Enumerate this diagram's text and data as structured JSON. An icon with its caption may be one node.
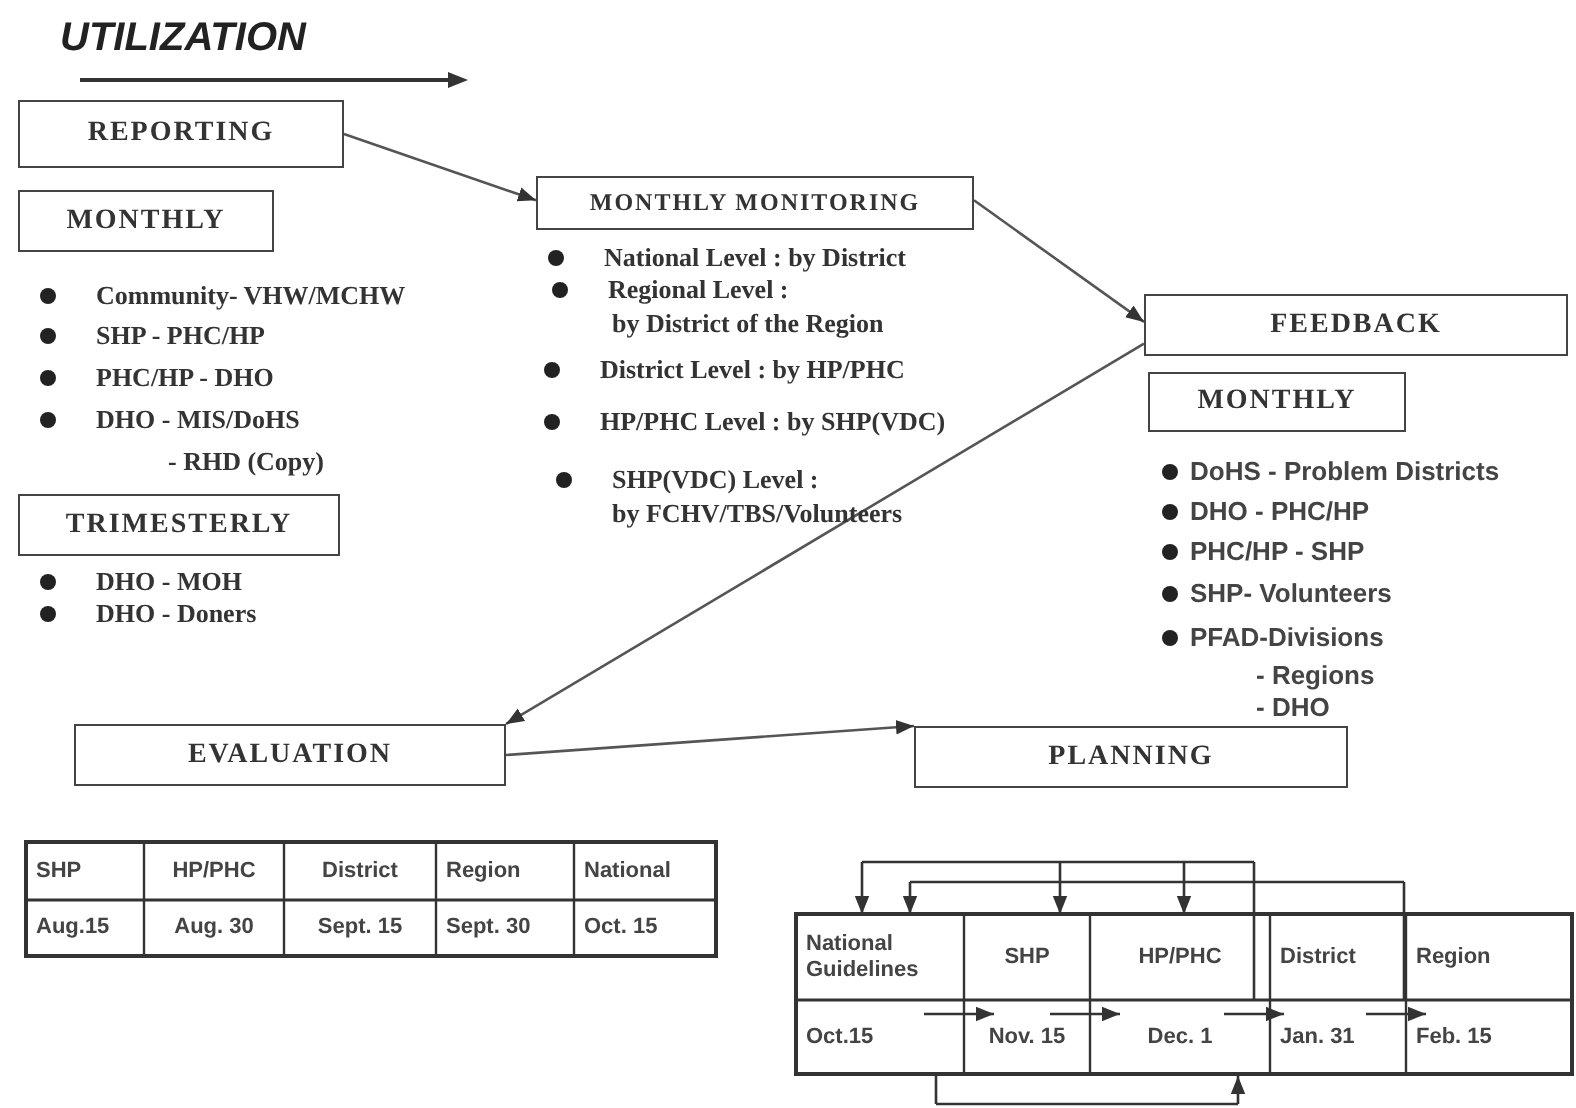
{
  "diagram": {
    "title": "UTILIZATION",
    "nodes": [
      {
        "text": [
          "REPORTING"
        ]
      },
      {
        "text": [
          "MONTHLY"
        ]
      },
      {
        "text": [
          "TRIMESTERLY"
        ]
      },
      {
        "text": [
          "MONTHLY MONITORING"
        ]
      },
      {
        "text": [
          "FEEDBACK"
        ]
      },
      {
        "text": [
          "MONTHLY"
        ]
      },
      {
        "text": [
          "EVALUATION"
        ]
      },
      {
        "text": [
          "PLANNING"
        ]
      }
    ],
    "edges": [
      {
        "from": 0,
        "to": 3,
        "arrow": "to"
      },
      {
        "from": 3,
        "to": 4,
        "arrow": "to"
      },
      {
        "from": 4,
        "to": 6,
        "arrow": "to"
      },
      {
        "from": 6,
        "to": 7,
        "arrow": "to"
      }
    ],
    "labels": [
      "Community- VHW/MCHW",
      "SHP - PHC/HP",
      "PHC/HP - DHO",
      "DHO - MIS/DoHS",
      "- RHD (Copy)",
      "DHO - MOH",
      "DHO - Doners",
      "National Level : by District",
      "Regional Level :",
      "by District of the Region",
      "District Level : by HP/PHC",
      "HP/PHC  Level : by SHP(VDC)",
      "SHP(VDC)  Level :",
      "by FCHV/TBS/Volunteers",
      "DoHS - Problem Districts",
      "DHO - PHC/HP",
      "PHC/HP - SHP",
      "SHP- Volunteers",
      "PFAD-Divisions",
      "- Regions",
      "- DHO",
      "SHP",
      "HP/PHC",
      "District",
      "Region",
      "National",
      "Aug.15",
      "Aug. 30",
      "Sept. 15",
      "Sept. 30",
      "Oct. 15",
      "National Guidelines",
      "SHP",
      "HP/PHC",
      "District",
      "Region",
      "Oct.15",
      "Nov. 15",
      "Dec. 1",
      "Jan. 31",
      "Feb. 15"
    ]
  }
}
